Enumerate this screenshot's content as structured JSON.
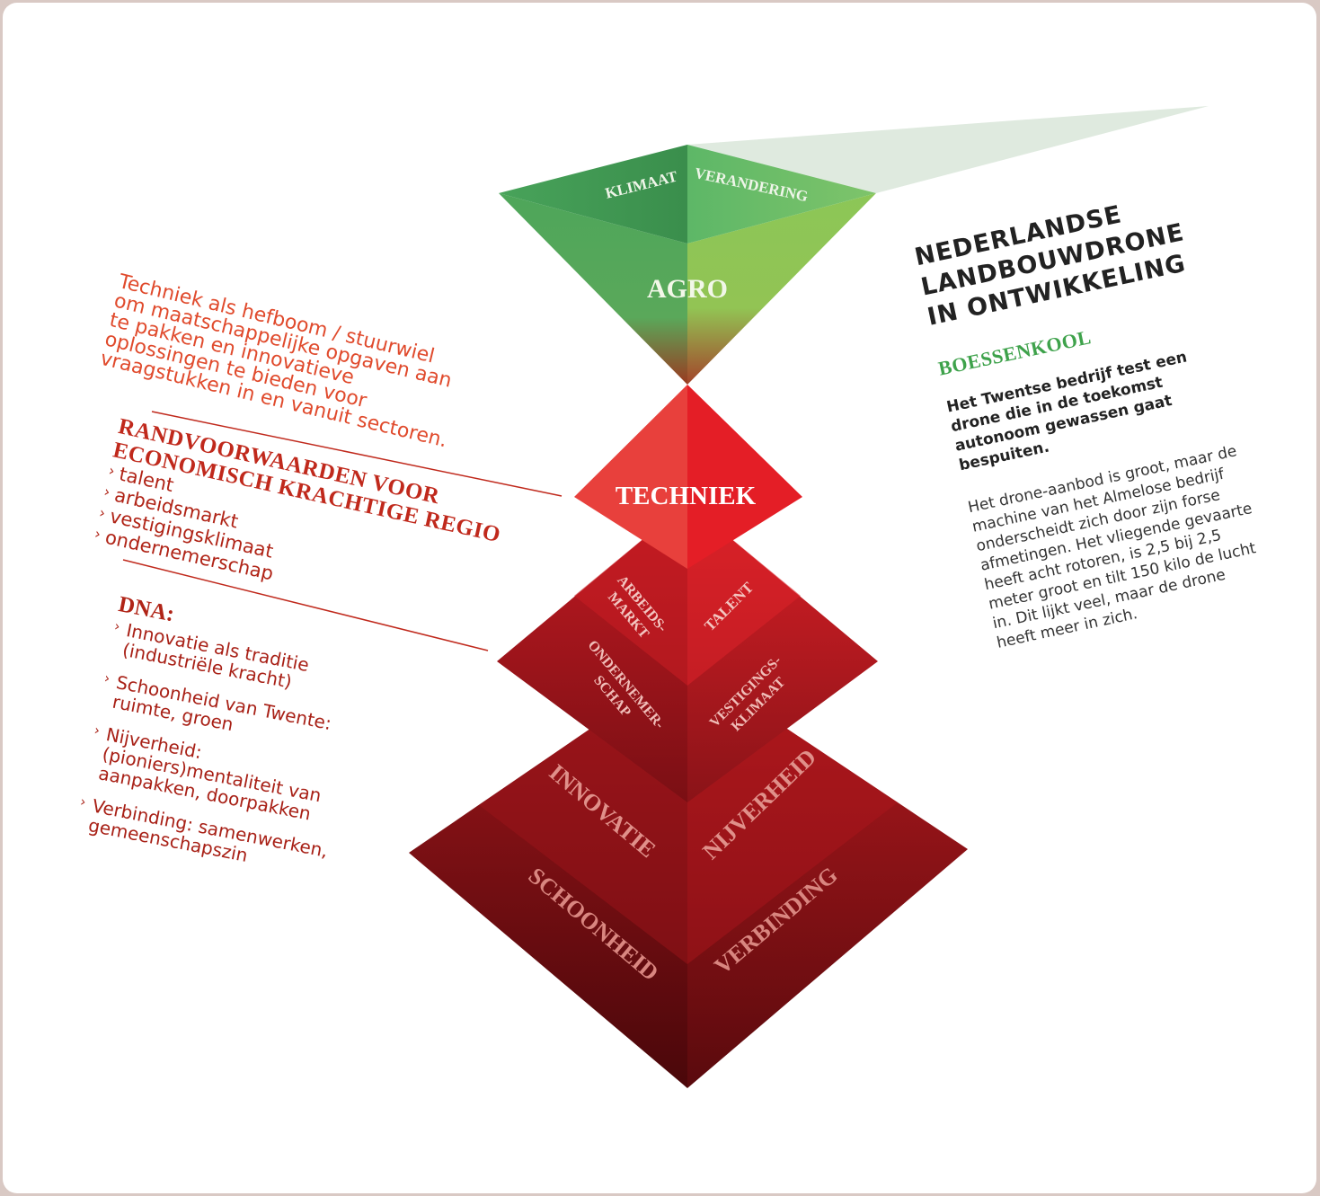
{
  "diagram": {
    "top": {
      "band": "KLIMAAT VERANDERING",
      "main": "AGRO"
    },
    "middle": {
      "main": "TECHNIEK"
    },
    "upper_pyramid": {
      "left_top": "ARBEIDS-\nMARKT",
      "right_top": "TALENT",
      "left_bottom": "ONDERNEMER-\nSCHAP",
      "right_bottom": "VESTIGINGS-\nKLIMAAT"
    },
    "lower_pyramid": {
      "left_top": "INNOVATIE",
      "right_top": "NIJVERHEID",
      "left_bottom": "SCHOONHEID",
      "right_bottom": "VERBINDING"
    }
  },
  "left": {
    "intro": "Techniek als hefboom / stuurwiel om maatschappelijke opgaven aan te pakken en innovatieve oplossingen te bieden voor vraagstukken in en vanuit sectoren.",
    "conditions": {
      "heading_line1": "RANDVOORWAARDEN VOOR",
      "heading_line2": "ECONOMISCH KRACHTIGE REGIO",
      "items": [
        "talent",
        "arbeidsmarkt",
        "vestigingsklimaat",
        "ondernemerschap"
      ]
    },
    "dna": {
      "heading": "DNA:",
      "items": [
        "Innovatie als traditie (industriële kracht)",
        "Schoonheid van Twente: ruimte, groen",
        "Nijverheid: (pioniers)mentaliteit van aanpakken, doorpakken",
        "Verbinding: samenwerken, gemeenschapszin"
      ]
    },
    "bullet": "›"
  },
  "right": {
    "title_line1": "NEDERLANDSE",
    "title_line2": "LANDBOUWDRONE",
    "title_line3": "IN ONTWIKKELING",
    "subtitle": "BOESSENKOOL",
    "lead": "Het Twentse bedrijf test een drone die in de toekomst autonoom gewassen gaat bespuiten.",
    "body": "Het drone-aanbod is groot, maar de machine van het Almelose bedrijf onderscheidt zich door zijn forse afmetingen. Het vliegende gevaarte heeft acht rotoren, is 2,5 bij 2,5 meter groot en tilt 150 kilo de lucht in. Dit lijkt veel, maar de drone heeft meer in zich."
  },
  "colors": {
    "green_dark": "#3d9a4e",
    "green_light": "#94c754",
    "red_bright": "#e8232a",
    "red_dark": "#5c0a0d",
    "text_red": "#c0291c",
    "accent_green": "#3ea24b"
  }
}
